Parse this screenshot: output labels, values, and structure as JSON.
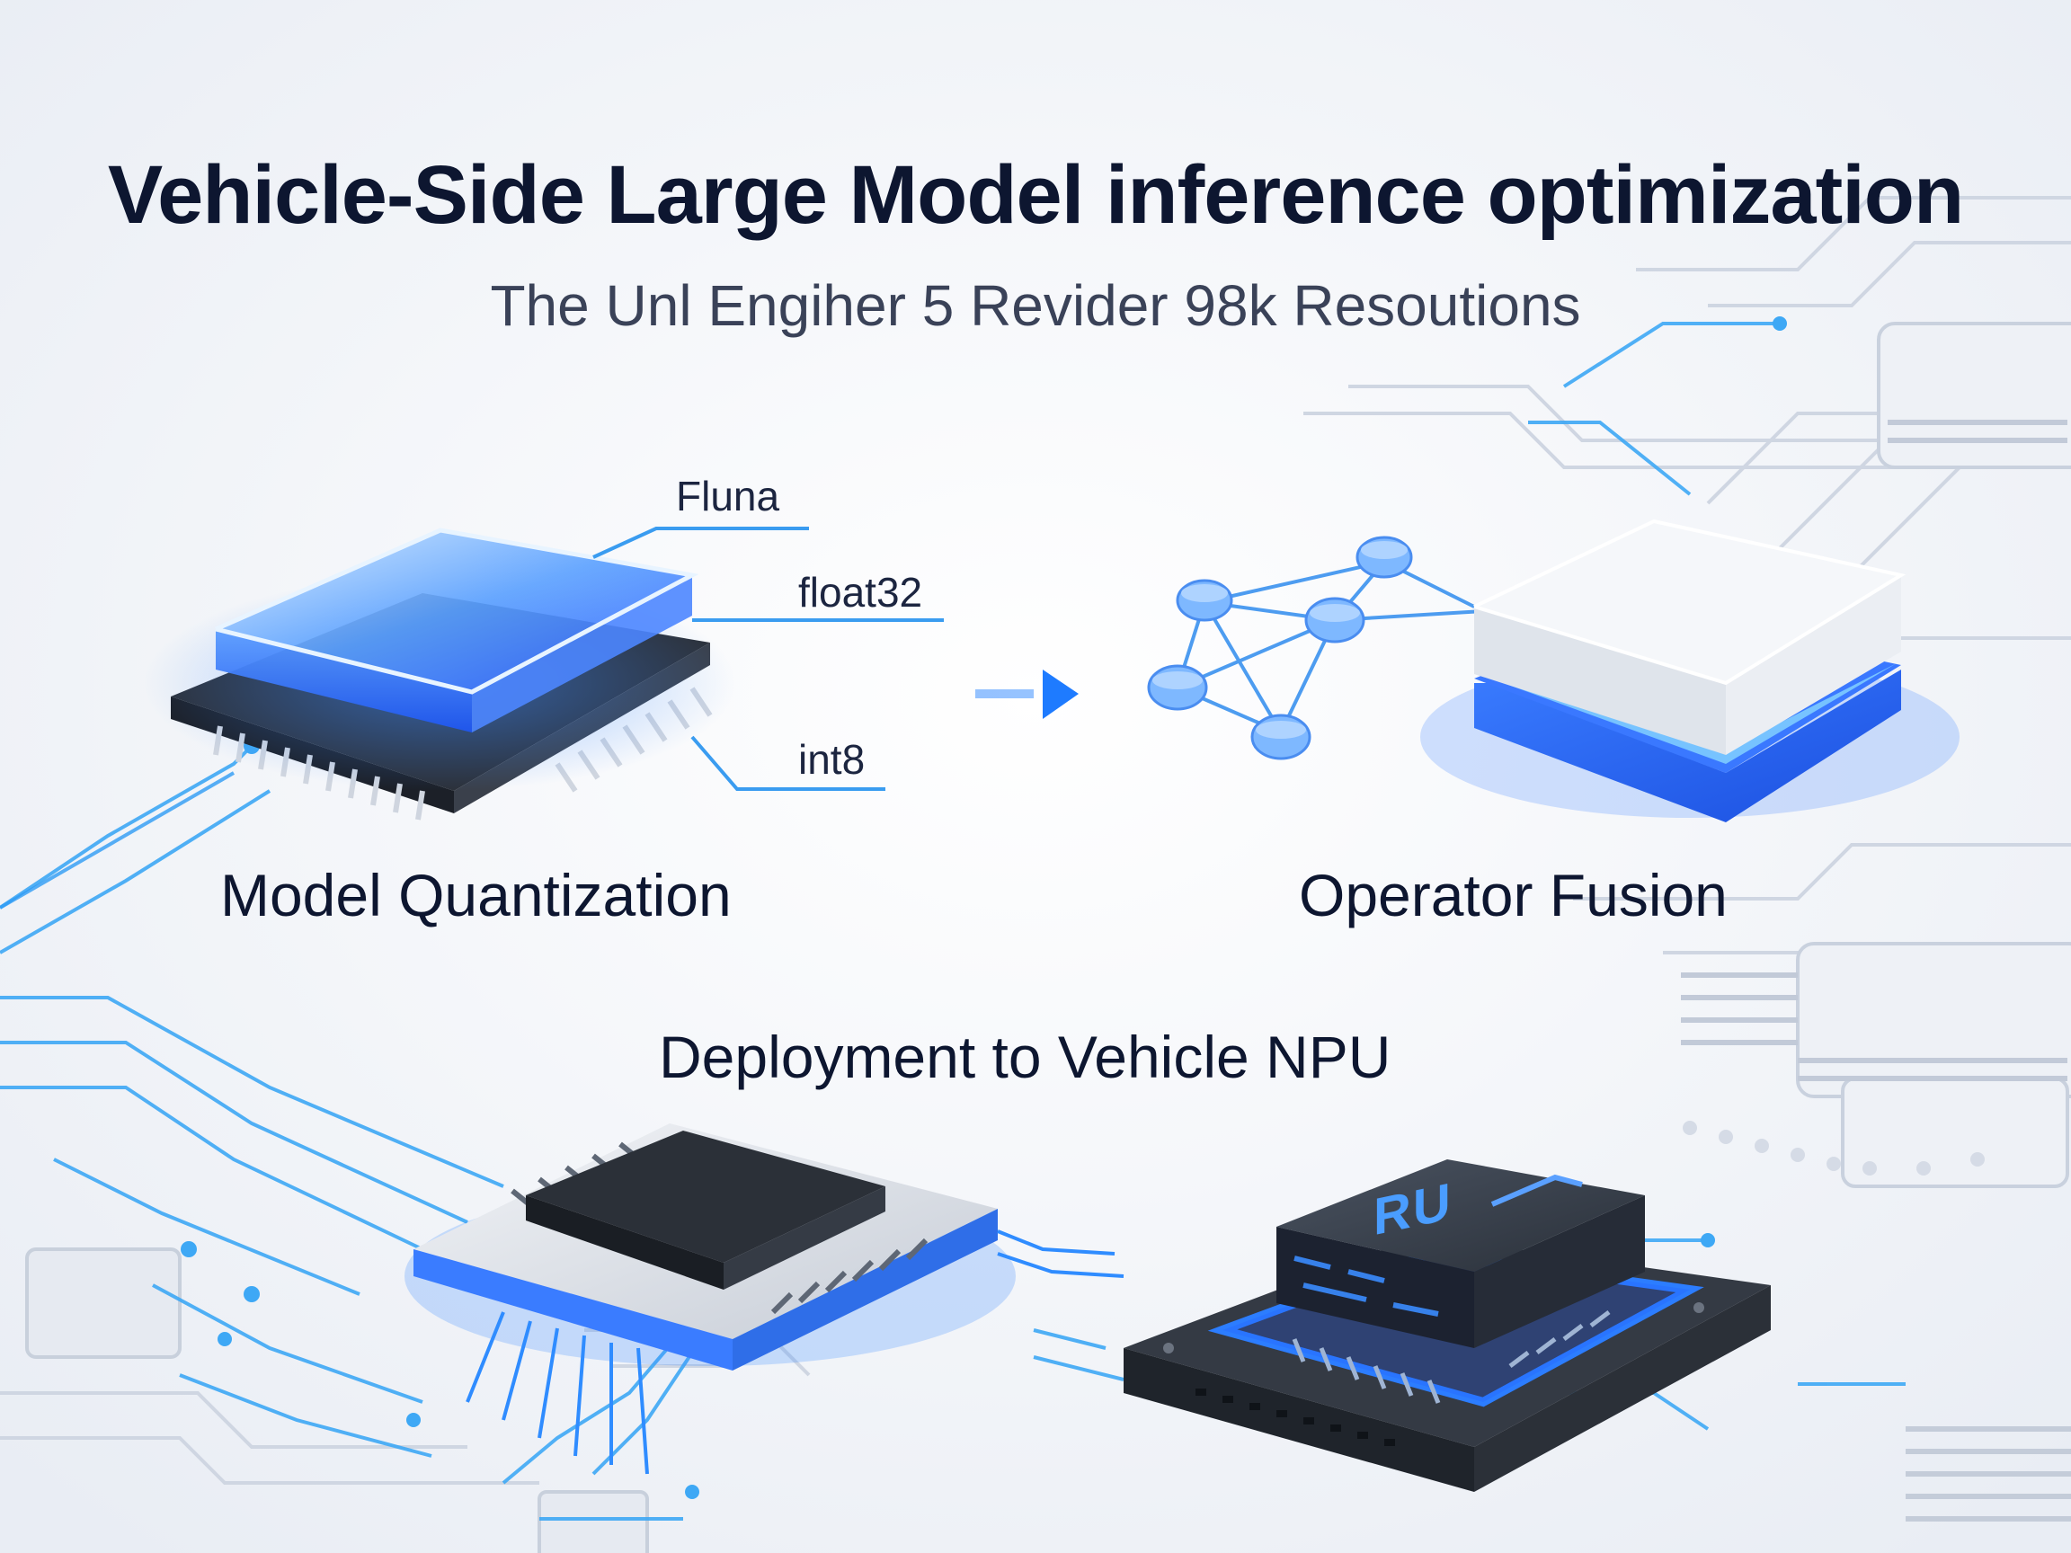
{
  "title": "Vehicle-Side Large Model inference optimization",
  "subtitle": "The Unl Engiher 5 Revider 98k Resoutions",
  "stages": {
    "quantization": {
      "label": "Model Quantization",
      "callouts": [
        "Fluna",
        "float32",
        "int8"
      ]
    },
    "fusion": {
      "label": "Operator Fusion"
    },
    "deployment": {
      "label": "Deployment to Vehicle NPU"
    }
  },
  "npu_chip_glyph": "RU",
  "colors": {
    "accent_blue": "#2f7bff",
    "glow_blue": "#1f6bff",
    "dark_text": "#0d1630",
    "chip_dark": "#2a3039",
    "circuit_line": "#3ea8f5"
  },
  "icons": [
    "circuit-background",
    "quantization-chip-icon",
    "arrow-right-icon",
    "node-network-icon",
    "fused-block-icon",
    "processor-chip-icon",
    "npu-chip-icon"
  ]
}
